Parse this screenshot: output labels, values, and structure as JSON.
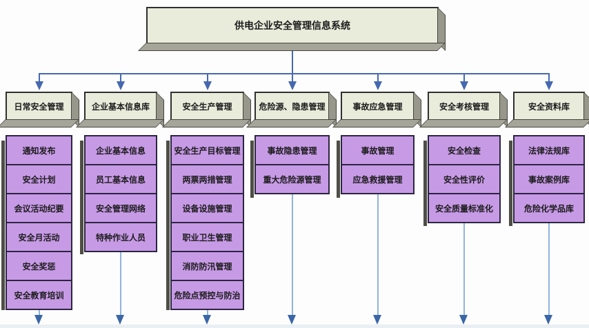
{
  "title": "供电企业安全管理信息系统",
  "columns": [
    {
      "header": "日常安全管理",
      "items": [
        "通知发布",
        "安全计划",
        "会议活动纪要",
        "安全月活动",
        "安全奖惩",
        "安全教育培训"
      ]
    },
    {
      "header": "企业基本信息库",
      "items": [
        "企业基本信息",
        "员工基本信息",
        "安全管理网络",
        "特种作业人员"
      ]
    },
    {
      "header": "安全生产管理",
      "items": [
        "安全生产目标管理",
        "两票两措管理",
        "设备设施管理",
        "职业卫生管理",
        "消防防汛管理",
        "危险点预控与防治"
      ]
    },
    {
      "header": "危险源、隐患管理",
      "items": [
        "事故隐患管理",
        "重大危险源管理"
      ]
    },
    {
      "header": "事故应急管理",
      "items": [
        "事故管理",
        "应急救援管理"
      ]
    },
    {
      "header": "安全考核管理",
      "items": [
        "安全检查",
        "安全性评价",
        "安全质量标准化"
      ]
    },
    {
      "header": "安全资料库",
      "items": [
        "法律法规库",
        "事故案例库",
        "危险化学品库"
      ]
    }
  ],
  "colors": {
    "connector": "#4668b0",
    "tail_line": "#8fb4da",
    "tail_arrow": "#3a66a6",
    "header_face": "#e9ecdb",
    "header_side": "#97978c",
    "header_bottom": "#a5a59a",
    "item_fill": "#c79ae6",
    "item_border": "#2b2540",
    "box_border": "#2f2f2f",
    "text": "#1c1c1c",
    "background": "#fdfdfd"
  }
}
